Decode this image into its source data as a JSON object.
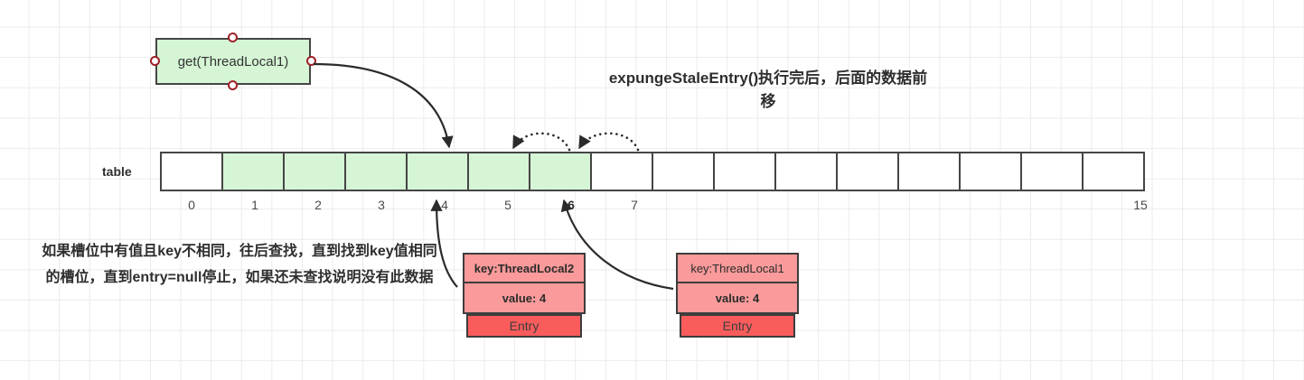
{
  "diagram": {
    "title": "expungeStaleEntry()执行完后，后面的数据前移",
    "note": "如果槽位中有值且key不相同，往后查找，直到找到key值相同的槽位，直到entry=null停止，如果还未查找说明没有此数据",
    "get_node_label": "get(ThreadLocal1)",
    "table_label": "table",
    "colors": {
      "node_fill": "#d5f5d5",
      "node_border": "#454545",
      "connector": "#a02027",
      "entry_fill": "#fa9a9a",
      "entry_footer_fill": "#fa5c5c",
      "grid": "#ebebeb"
    }
  },
  "table": {
    "label": "table",
    "cell_count": 16,
    "filled_indices": [
      1,
      2,
      3,
      4,
      5,
      6
    ],
    "index_labels": [
      "0",
      "1",
      "2",
      "3",
      "4",
      "5",
      "6",
      "7",
      "",
      "",
      "",
      "",
      "",
      "",
      "",
      "15"
    ],
    "bold_index_labels": [
      "6"
    ]
  },
  "entries": [
    {
      "key": "key:ThreadLocal2",
      "value": "value: 4",
      "footer": "Entry",
      "key_bold": true,
      "value_bold": true,
      "points_to_index": "4"
    },
    {
      "key": "key:ThreadLocal1",
      "value": "value: 4",
      "footer": "Entry",
      "key_bold": false,
      "value_bold": true,
      "points_to_index": "6"
    }
  ],
  "shift_arrows": [
    {
      "from_index": "6",
      "to_index": "5",
      "style": "dotted"
    },
    {
      "from_index": "7",
      "to_index": "6",
      "style": "dotted"
    }
  ]
}
